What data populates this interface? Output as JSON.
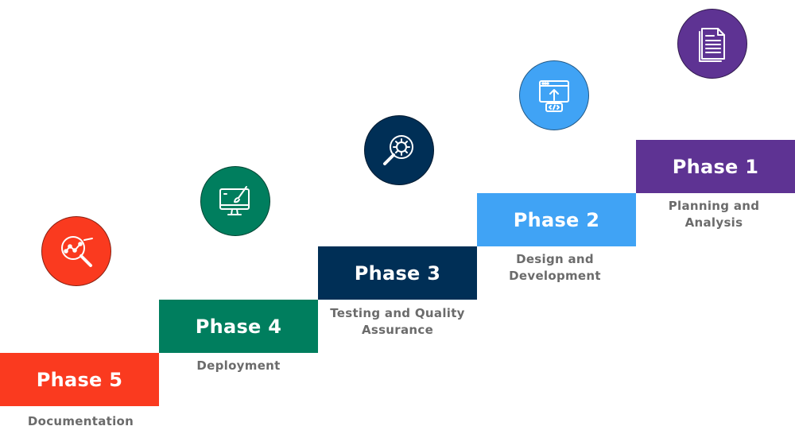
{
  "phases": [
    {
      "label": "Phase 1",
      "description_line1": "Planning and",
      "description_line2": "Analysis",
      "color": "#5e3393",
      "icon": "document-icon"
    },
    {
      "label": "Phase 2",
      "description_line1": "Design and",
      "description_line2": "Development",
      "color": "#40a3f5",
      "icon": "code-upload-window-icon"
    },
    {
      "label": "Phase 3",
      "description_line1": "Testing and Quality",
      "description_line2": "Assurance",
      "color": "#002f56",
      "icon": "magnifier-gear-icon"
    },
    {
      "label": "Phase 4",
      "description_line1": "Deployment",
      "description_line2": "",
      "color": "#007e5e",
      "icon": "monitor-brush-icon"
    },
    {
      "label": "Phase 5",
      "description_line1": "Documentation",
      "description_line2": "",
      "color": "#fa3a1f",
      "icon": "magnifier-chart-icon"
    }
  ]
}
